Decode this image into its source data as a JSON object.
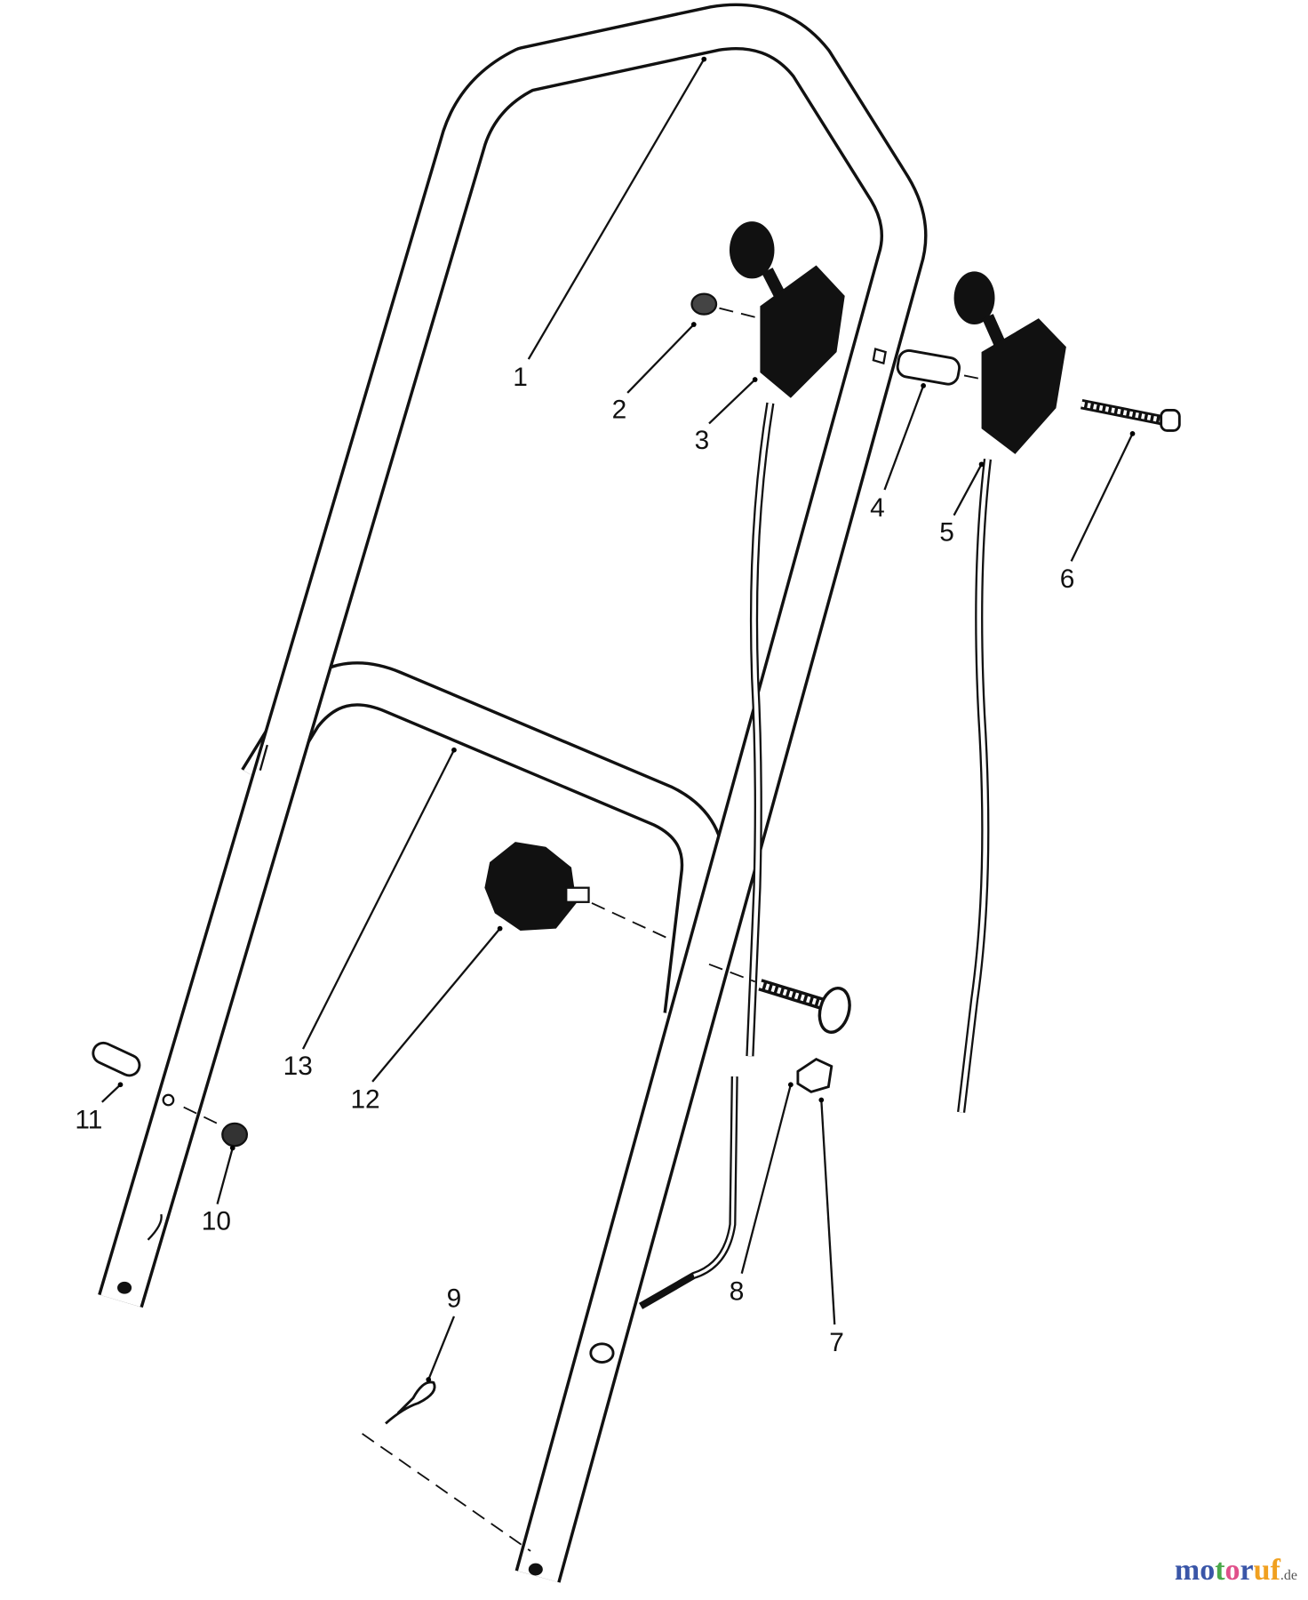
{
  "diagram": {
    "callouts": [
      {
        "number": "1"
      },
      {
        "number": "2"
      },
      {
        "number": "3"
      },
      {
        "number": "4"
      },
      {
        "number": "5"
      },
      {
        "number": "6"
      },
      {
        "number": "7"
      },
      {
        "number": "8"
      },
      {
        "number": "9"
      },
      {
        "number": "10"
      },
      {
        "number": "11"
      },
      {
        "number": "12"
      },
      {
        "number": "13"
      }
    ]
  },
  "watermark": {
    "letters": [
      "m",
      "o",
      "t",
      "o",
      "r",
      "u",
      "f"
    ],
    "colors": [
      "#3a56a8",
      "#3a56a8",
      "#4aa84a",
      "#e0508a",
      "#3a56a8",
      "#f0a020",
      "#f0a020"
    ],
    "suffix": ".de"
  }
}
